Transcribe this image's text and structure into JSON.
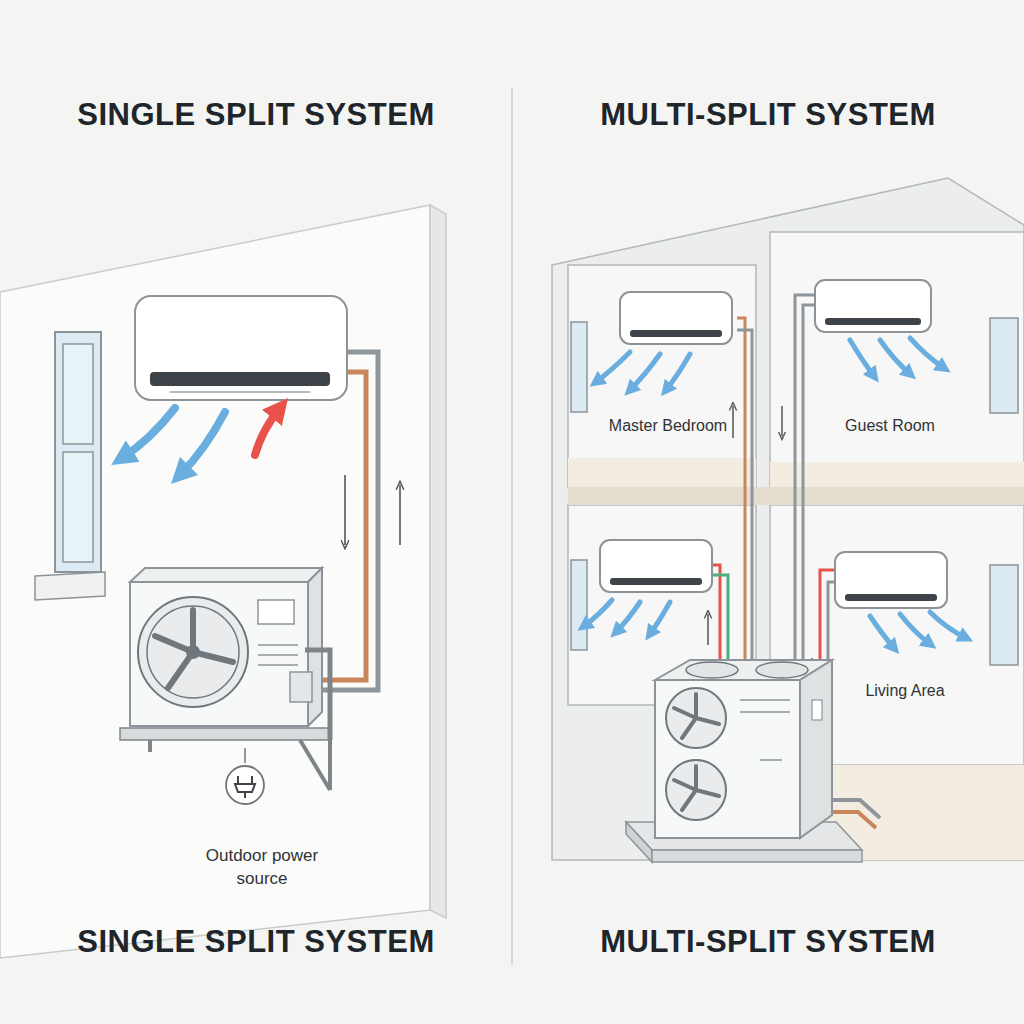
{
  "diagram": {
    "labels": [
      "SINGLE SPLIT SYSTEM",
      "MULTI-SPLIT SYSTEM",
      "Master Bedroom",
      "Guest Room",
      "Living Area",
      "Outdoor power source",
      "SINGLE SPLIT SYSTEM",
      "MULTI-SPLIT SYSTEM"
    ]
  }
}
